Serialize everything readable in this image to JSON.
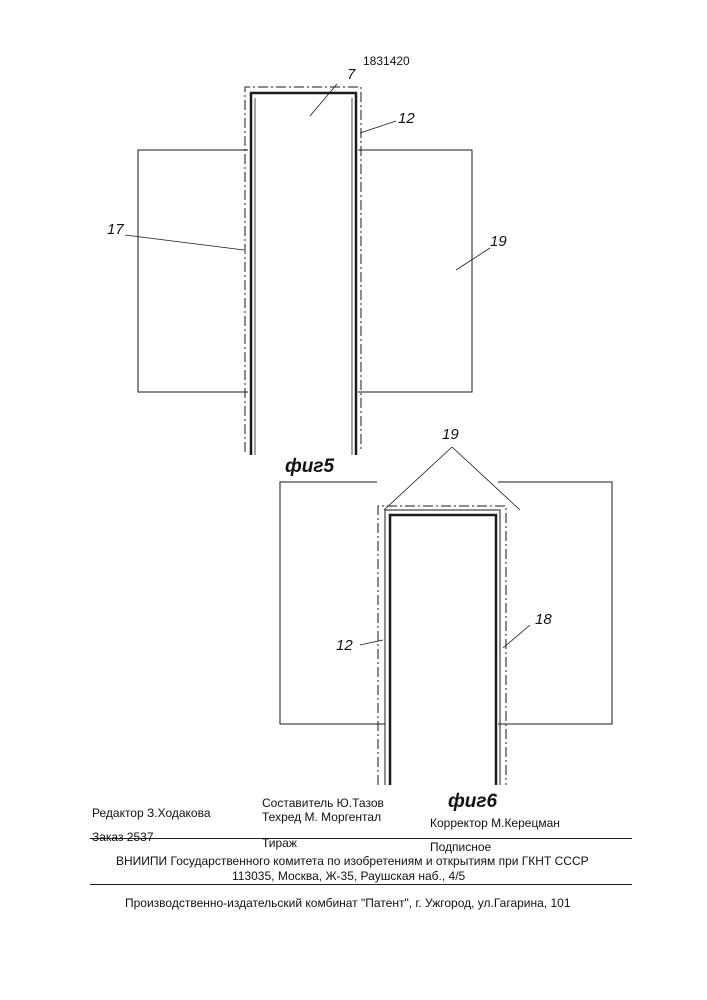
{
  "patent_number": "1831420",
  "figure5": {
    "caption": "фиг5",
    "labels": {
      "part_7": "7",
      "part_12": "12",
      "part_17": "17",
      "part_19": "19"
    }
  },
  "figure6": {
    "caption": "фиг6",
    "labels": {
      "part_19": "19",
      "part_12": "12",
      "part_18": "18"
    }
  },
  "colophon": {
    "editor": "Редактор З.Ходакова",
    "compiler": "Составитель Ю.Тазов",
    "techred": "Техред М. Моргентал",
    "corrector": "Корректор М.Керецман",
    "order": "Заказ 2537",
    "print_run": "Тираж",
    "subscription": "Подписное",
    "vniipi": "ВНИИПИ Государственного комитета по изобретениям и открытиям при ГКНТ СССР",
    "address": "113035, Москва, Ж-35, Раушская наб., 4/5",
    "publisher": "Производственно-издательский комбинат \"Патент\", г. Ужгород, ул.Гагарина, 101"
  }
}
